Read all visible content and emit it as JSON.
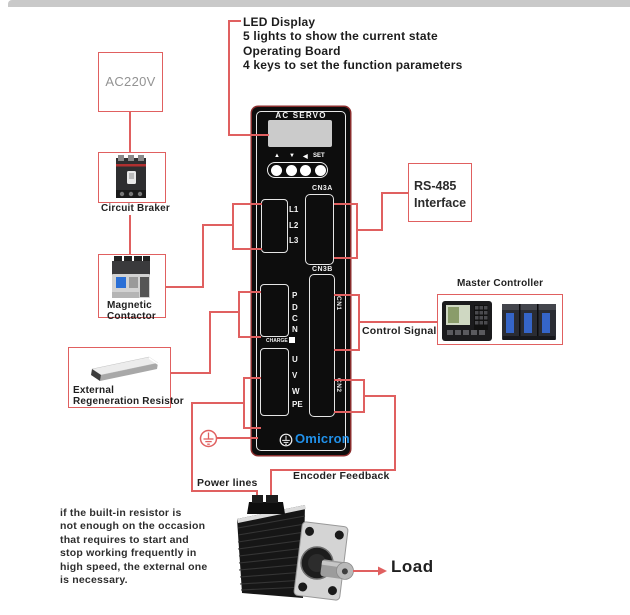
{
  "colors": {
    "wire_red": "#e06060",
    "servo_body": "#0d0d0d",
    "brand_blue": "#2191ea",
    "display_silver": "#cbcbcb",
    "frame_gray": "#c9c9c9"
  },
  "top_annotation": {
    "lines": [
      "LED Display",
      "5 lights to show the current state",
      "Operating  Board",
      "4 keys to set the function parameters"
    ]
  },
  "note": {
    "lines": [
      "if the built-in resistor  is",
      "not enough on the occasion",
      "that requires to start  and",
      "stop working frequently in",
      "high speed, the external one",
      "is necessary."
    ]
  },
  "components": {
    "ac220v": {
      "label": "AC220V"
    },
    "circuit_braker": {
      "label": "Circuit Braker"
    },
    "magnetic_contactor": {
      "line1": "Magnetic",
      "line2": "Contactor"
    },
    "external_resistor": {
      "line1": "External",
      "line2": "Regeneration Resistor"
    },
    "rs485": {
      "line1": "RS-485",
      "line2": "Interface"
    },
    "master_controller": {
      "label": "Master Controller"
    },
    "load": {
      "label": "Load"
    }
  },
  "wire_labels": {
    "control_signal": "Control Signal",
    "power_lines": "Power lines",
    "encoder_feedback": "Encoder Feedback"
  },
  "servo": {
    "title": "AC  SERVO",
    "keys": {
      "up": "▲",
      "down": "▼",
      "left": "◀",
      "set": "SET"
    },
    "connectors": {
      "cn3a": "CN3A",
      "cn3b": "CN3B",
      "cn1": "CN1",
      "cn2": "CN2"
    },
    "input_terminals": [
      "L1",
      "L2",
      "L3"
    ],
    "dc_terminals": [
      "P",
      "D",
      "C",
      "N"
    ],
    "output_terminals": [
      "U",
      "V",
      "W",
      "PE"
    ],
    "charge": "CHARGE",
    "brand": "Omicron"
  }
}
